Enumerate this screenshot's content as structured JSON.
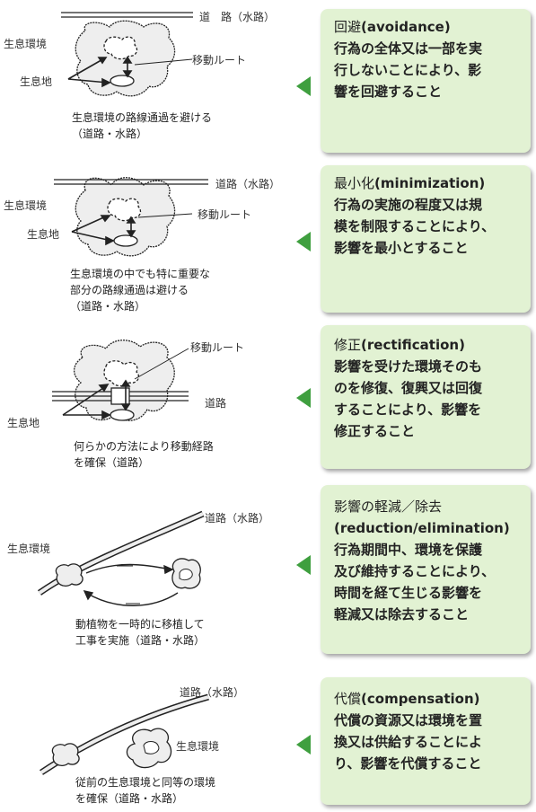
{
  "rows": [
    {
      "term_jp": "回避",
      "term_en": "(avoidance)",
      "description": "行為の全体又は一部を実\n行しないことにより、影\n響を回避すること",
      "labels": {
        "road": "道　路（水路）",
        "habitat_env": "生息環境",
        "habitat": "生息地",
        "route": "移動ルート"
      },
      "caption": [
        "生息環境の路線通過を避ける",
        "（道路・水路）"
      ]
    },
    {
      "term_jp": "最小化",
      "term_en": "(minimization)",
      "description": "行為の実施の程度又は規\n模を制限することにより、\n影響を最小とすること",
      "labels": {
        "road": "道路（水路）",
        "habitat_env": "生息環境",
        "habitat": "生息地",
        "route": "移動ルート"
      },
      "caption": [
        "生息環境の中でも特に重要な",
        "部分の路線通過は避ける",
        "（道路・水路）"
      ]
    },
    {
      "term_jp": "修正",
      "term_en": "(rectification)",
      "description": "影響を受けた環境そのも\nのを修復、復興又は回復\nすることにより、影響を\n修正すること",
      "labels": {
        "road": "道路",
        "habitat": "生息地",
        "route": "移動ルート"
      },
      "caption": [
        "何らかの方法により移動経路",
        "を確保（道路）"
      ]
    },
    {
      "term_jp": "影響の軽減／除去",
      "term_en": "",
      "description": "(reduction/elimination)\n行為期間中、環境を保護\n及び維持することにより、\n時間を経て生じる影響を\n軽減又は除去すること",
      "labels": {
        "road": "道路（水路）",
        "habitat_env": "生息環境"
      },
      "caption": [
        "動植物を一時的に移植して",
        "工事を実施（道路・水路）"
      ]
    },
    {
      "term_jp": "代償",
      "term_en": "(compensation)",
      "description": "代償の資源又は環境を置\n換又は供給することによ\nり、影響を代償すること",
      "labels": {
        "road": "道路（水路）",
        "habitat_env": "生息環境"
      },
      "caption": [
        "従前の生息環境と同等の環境",
        "を確保（道路・水路）"
      ]
    }
  ],
  "colors": {
    "box_bg": "#e2f2d3",
    "arrow": "#3f9f3f"
  }
}
